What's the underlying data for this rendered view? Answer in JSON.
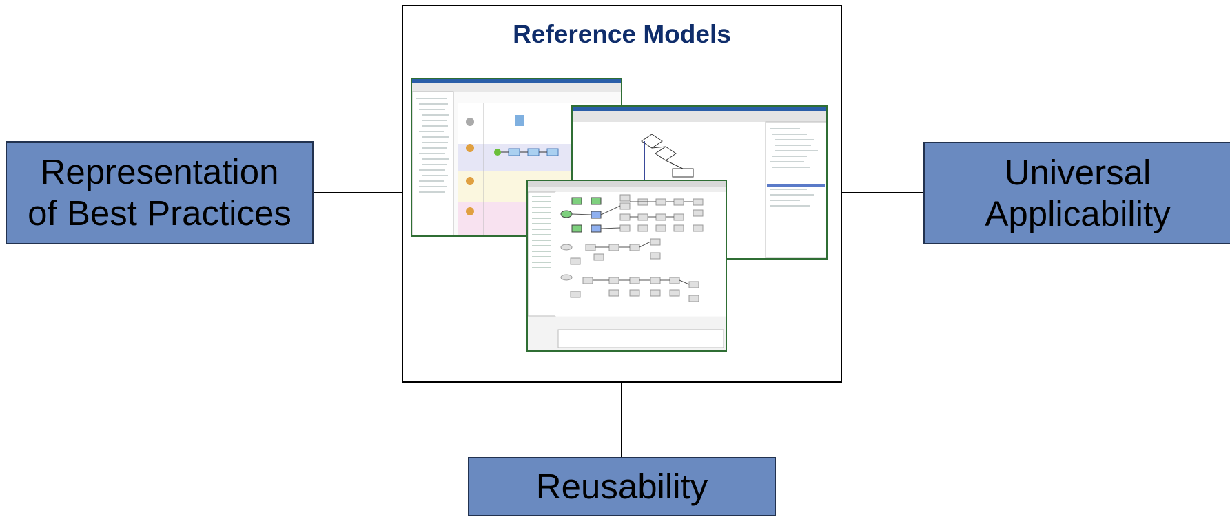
{
  "center": {
    "title": "Reference Models"
  },
  "boxes": {
    "left": {
      "line1": "Representation",
      "line2": "of Best Practices"
    },
    "right": {
      "line1": "Universal",
      "line2": "Applicability"
    },
    "bottom": {
      "label": "Reusability"
    }
  },
  "colors": {
    "box_fill": "#6a8ac0",
    "box_border": "#22324f",
    "title": "#0f2d6b",
    "screenshot_border": "#2f6e34"
  }
}
